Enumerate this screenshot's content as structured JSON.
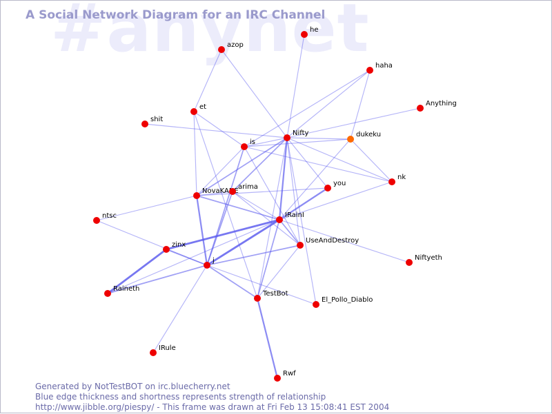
{
  "watermark": "#anynet",
  "title": "A Social Network Diagram for an IRC Channel",
  "footer": {
    "line1": "Generated by NotTestBOT on irc.bluecherry.net",
    "line2": "Blue edge thickness and shortness represents strength of relationship",
    "line3": "http://www.jibble.org/piespy/ - This frame was drawn at Fri Feb 13 15:08:41 EST 2004"
  },
  "colors": {
    "node": "#ee0000",
    "node_highlight": "#ff6a00",
    "edge": "#5555ee"
  },
  "nodes": [
    {
      "id": "he",
      "label": "he"
    },
    {
      "id": "azop",
      "label": "azop"
    },
    {
      "id": "haha",
      "label": "haha"
    },
    {
      "id": "Anything",
      "label": "Anything"
    },
    {
      "id": "et",
      "label": "et"
    },
    {
      "id": "shit",
      "label": "shit"
    },
    {
      "id": "Nifty",
      "label": "Nifty"
    },
    {
      "id": "dukeku",
      "label": "dukeku",
      "highlight": true
    },
    {
      "id": "is",
      "label": "is"
    },
    {
      "id": "nk",
      "label": "nk"
    },
    {
      "id": "you",
      "label": "you"
    },
    {
      "id": "NovaKANE",
      "label": "NovaKANE"
    },
    {
      "id": "arima",
      "label": "arima"
    },
    {
      "id": "ntsc",
      "label": "ntsc"
    },
    {
      "id": "IRainI",
      "label": "IRainI"
    },
    {
      "id": "UseAndDestroy",
      "label": "UseAndDestroy"
    },
    {
      "id": "Niftyeth",
      "label": "Niftyeth"
    },
    {
      "id": "zinx",
      "label": "zinx"
    },
    {
      "id": "j",
      "label": "j"
    },
    {
      "id": "Raineth",
      "label": "Raineth"
    },
    {
      "id": "TestBot",
      "label": "TestBot"
    },
    {
      "id": "El_Pollo_Diablo",
      "label": "El_Pollo_Diablo"
    },
    {
      "id": "IRule",
      "label": "IRule"
    },
    {
      "id": "Rwf",
      "label": "Rwf"
    }
  ],
  "edges": [
    {
      "source": "Nifty",
      "target": "he",
      "weight": 1
    },
    {
      "source": "Nifty",
      "target": "haha",
      "weight": 1
    },
    {
      "source": "Nifty",
      "target": "Anything",
      "weight": 1
    },
    {
      "source": "Nifty",
      "target": "azop",
      "weight": 1
    },
    {
      "source": "Nifty",
      "target": "shit",
      "weight": 1
    },
    {
      "source": "Nifty",
      "target": "dukeku",
      "weight": 1
    },
    {
      "source": "Nifty",
      "target": "nk",
      "weight": 1
    },
    {
      "source": "Nifty",
      "target": "you",
      "weight": 1
    },
    {
      "source": "Nifty",
      "target": "is",
      "weight": 1
    },
    {
      "source": "Nifty",
      "target": "NovaKANE",
      "weight": 2
    },
    {
      "source": "Nifty",
      "target": "arima",
      "weight": 2
    },
    {
      "source": "Nifty",
      "target": "IRainI",
      "weight": 3
    },
    {
      "source": "Nifty",
      "target": "UseAndDestroy",
      "weight": 1
    },
    {
      "source": "Nifty",
      "target": "TestBot",
      "weight": 1
    },
    {
      "source": "Nifty",
      "target": "El_Pollo_Diablo",
      "weight": 1
    },
    {
      "source": "azop",
      "target": "et",
      "weight": 1
    },
    {
      "source": "et",
      "target": "is",
      "weight": 1
    },
    {
      "source": "et",
      "target": "NovaKANE",
      "weight": 1
    },
    {
      "source": "et",
      "target": "TestBot",
      "weight": 1
    },
    {
      "source": "haha",
      "target": "dukeku",
      "weight": 1
    },
    {
      "source": "haha",
      "target": "is",
      "weight": 1
    },
    {
      "source": "dukeku",
      "target": "is",
      "weight": 1
    },
    {
      "source": "dukeku",
      "target": "nk",
      "weight": 1
    },
    {
      "source": "dukeku",
      "target": "IRainI",
      "weight": 1
    },
    {
      "source": "is",
      "target": "nk",
      "weight": 1
    },
    {
      "source": "is",
      "target": "NovaKANE",
      "weight": 1
    },
    {
      "source": "is",
      "target": "j",
      "weight": 2
    },
    {
      "source": "is",
      "target": "UseAndDestroy",
      "weight": 1
    },
    {
      "source": "you",
      "target": "NovaKANE",
      "weight": 1
    },
    {
      "source": "you",
      "target": "IRainI",
      "weight": 3
    },
    {
      "source": "nk",
      "target": "IRainI",
      "weight": 1
    },
    {
      "source": "NovaKANE",
      "target": "ntsc",
      "weight": 1
    },
    {
      "source": "NovaKANE",
      "target": "arima",
      "weight": 1
    },
    {
      "source": "NovaKANE",
      "target": "IRainI",
      "weight": 2
    },
    {
      "source": "NovaKANE",
      "target": "j",
      "weight": 3
    },
    {
      "source": "arima",
      "target": "IRainI",
      "weight": 1
    },
    {
      "source": "arima",
      "target": "j",
      "weight": 2
    },
    {
      "source": "arima",
      "target": "UseAndDestroy",
      "weight": 1
    },
    {
      "source": "ntsc",
      "target": "j",
      "weight": 1
    },
    {
      "source": "IRainI",
      "target": "zinx",
      "weight": 4
    },
    {
      "source": "IRainI",
      "target": "j",
      "weight": 4
    },
    {
      "source": "IRainI",
      "target": "UseAndDestroy",
      "weight": 2
    },
    {
      "source": "IRainI",
      "target": "Niftyeth",
      "weight": 1
    },
    {
      "source": "IRainI",
      "target": "TestBot",
      "weight": 2
    },
    {
      "source": "IRainI",
      "target": "Raineth",
      "weight": 1
    },
    {
      "source": "UseAndDestroy",
      "target": "j",
      "weight": 2
    },
    {
      "source": "UseAndDestroy",
      "target": "TestBot",
      "weight": 1
    },
    {
      "source": "zinx",
      "target": "j",
      "weight": 2
    },
    {
      "source": "zinx",
      "target": "Raineth",
      "weight": 4
    },
    {
      "source": "j",
      "target": "Raineth",
      "weight": 2
    },
    {
      "source": "j",
      "target": "TestBot",
      "weight": 2
    },
    {
      "source": "j",
      "target": "IRule",
      "weight": 1
    },
    {
      "source": "j",
      "target": "El_Pollo_Diablo",
      "weight": 1
    },
    {
      "source": "TestBot",
      "target": "Rwf",
      "weight": 3
    }
  ]
}
